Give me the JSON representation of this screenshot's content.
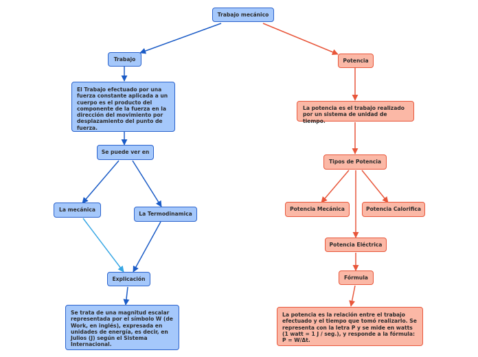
{
  "colors": {
    "blue_fill": "#a5c8fb",
    "blue_line": "#1a5bc6",
    "light_blue_line": "#35a6e4",
    "orange_fill": "#fbb8a6",
    "orange_line": "#e8563a",
    "root_fill": "#a5c8fb"
  },
  "nodes": {
    "root": "Trabajo mecánico",
    "trabajo": "Trabajo",
    "trabajo_def": "El Trabajo efectuado por una fuerza constante aplicada a un cuerpo es el producto del componente de la fuerza en la dirección del movimiento por desplazamiento del punto de fuerza.",
    "se_puede": "Se puede ver en",
    "mecanica": "La mecánica",
    "termodinamica": "La Termodinamica",
    "explicacion": "Explicación",
    "explicacion_def": "Se trata de una magnitud escalar representada por el símbolo W (de Work, en inglés), expresada en unidades de energía, es decir, en Julios (J) según el Sistema Internacional.",
    "potencia": "Potencia",
    "potencia_def": "La potencia es el trabajo realizado por un sistema de unidad de tiempo.",
    "tipos": "Tipos de Potencia",
    "pot_mecanica": "Potencia Mecánica",
    "pot_calorifica": "Potencia Calorifica",
    "pot_electrica": "Potencia Eléctrica",
    "formula": "Fórmula",
    "formula_def": "La potencia es la relación entre el trabajo efectuado y el tiempo que tomó realizarlo. Se representa con la letra P y se mide en watts (1 watt = 1 J / seg.), y responde a la fórmula: P = W/Δt."
  }
}
